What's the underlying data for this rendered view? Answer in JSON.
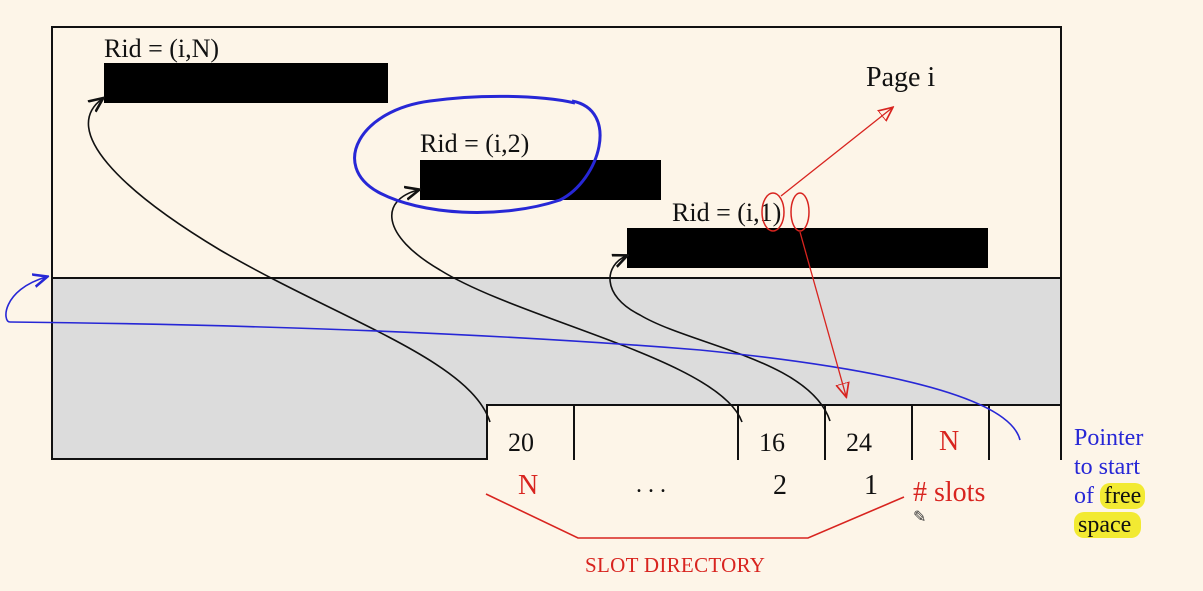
{
  "page": {
    "title": "Page i"
  },
  "records": [
    {
      "label": "Rid = (i,N)"
    },
    {
      "label": "Rid = (i,2)"
    },
    {
      "label": "Rid = (i,1)"
    }
  ],
  "slots": {
    "values": [
      "20",
      "",
      "16",
      "24",
      "N",
      ""
    ],
    "below_labels": [
      "N",
      ". . .",
      "2",
      "1"
    ],
    "num_slots_label": "# slots",
    "directory_label": "SLOT DIRECTORY"
  },
  "pointer": {
    "line1": "Pointer",
    "line2": "to start",
    "line3_prefix": "of ",
    "line3_highlight": "free",
    "line4_highlight": "space"
  },
  "colors": {
    "background": "#fdf5e8",
    "free_space": "#dcdcdc",
    "annotation_red": "#d8241f",
    "annotation_blue": "#2727d6",
    "highlight": "#f2ea32"
  },
  "icons": {
    "pencil": "pencil-icon"
  }
}
